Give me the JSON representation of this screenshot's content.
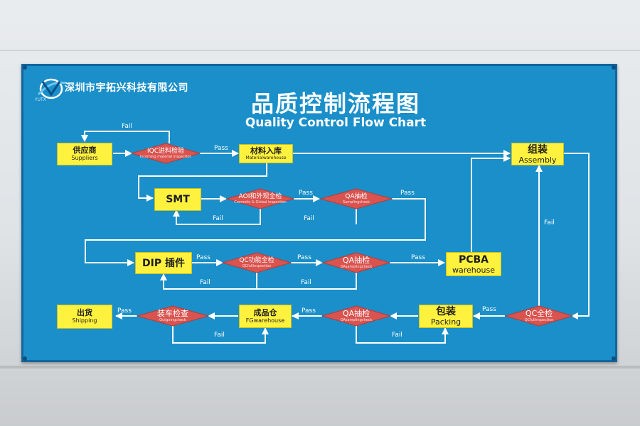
{
  "company": "深圳市宇拓兴科技有限公司",
  "logo_text": "YUTX",
  "title_cn": "品质控制流程图",
  "title_en": "Quality Control Flow Chart",
  "colors": {
    "board": "#1a8fc9",
    "box": "#fff23e",
    "diamond": "#d9534f",
    "arrow": "#ffffff"
  },
  "nodes": {
    "suppliers": {
      "cn": "供应商",
      "en": "Suppliers"
    },
    "iqc": {
      "cn": "IQC进料检验",
      "en": "Incoming material inspection"
    },
    "material": {
      "cn": "材料入库",
      "en": "Materialwarehouse"
    },
    "assembly": {
      "cn": "组装",
      "en": "Assembly"
    },
    "smt": {
      "cn": "SMT",
      "en": ""
    },
    "aoi": {
      "cn": "AOI和外观全检",
      "en": "Cosmetic & Global inspection"
    },
    "qa_smt": {
      "cn": "QA抽检",
      "en": "Samplingcheck"
    },
    "dip": {
      "cn": "DIP 插件",
      "en": ""
    },
    "qc_func": {
      "cn": "QC功能全检",
      "en": "QCfullinspection"
    },
    "qa_dip": {
      "cn": "QA抽检",
      "en": "QAsamplingcheck"
    },
    "pcba": {
      "cn": "PCBA",
      "en": "warehouse"
    },
    "shipping": {
      "cn": "出货",
      "en": "Shipping"
    },
    "outgoing": {
      "cn": "装车检查",
      "en": "Outgoingcheck"
    },
    "fg": {
      "cn": "成品仓",
      "en": "FGwarehouse"
    },
    "qa_final": {
      "cn": "QA抽检",
      "en": "QAsamplingcheck"
    },
    "packing": {
      "cn": "包装",
      "en": "Packing"
    },
    "qc_full": {
      "cn": "QC全检",
      "en": "QCfullinspection"
    }
  },
  "labels": {
    "pass": "Pass",
    "fail": "Fail"
  }
}
